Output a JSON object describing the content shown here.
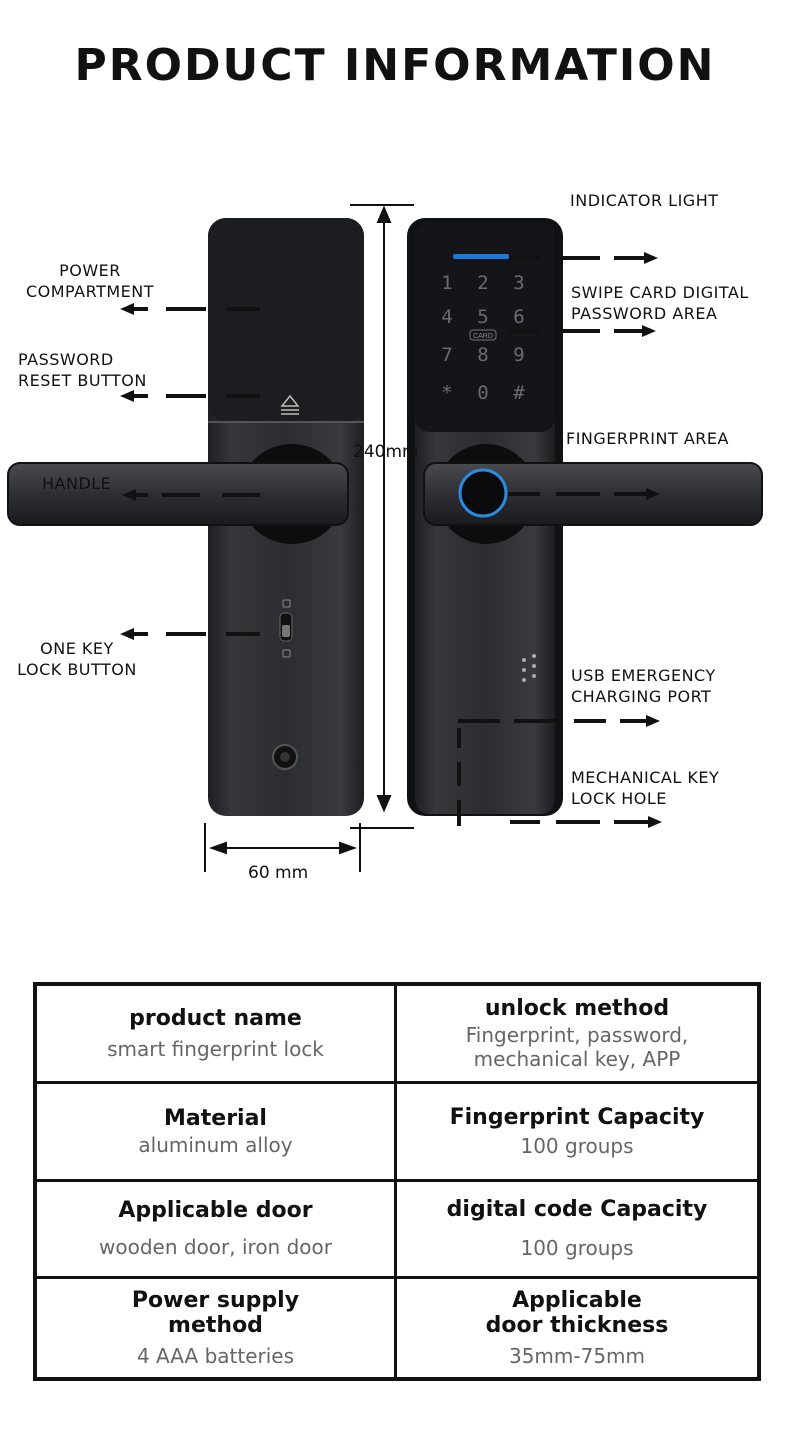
{
  "page": {
    "title": "PRODUCT INFORMATION"
  },
  "diagram": {
    "callouts": {
      "indicator_light": "INDICATOR LIGHT",
      "power_compartment": "POWER\nCOMPARTMENT",
      "swipe_card": "SWIPE CARD DIGITAL\nPASSWORD AREA",
      "password_reset": "PASSWORD\nRESET BUTTON",
      "fingerprint_area": "FINGERPRINT AREA",
      "handle": "HANDLE",
      "one_key_lock": "ONE KEY\nLOCK BUTTON",
      "usb_port": "USB EMERGENCY\nCHARGING PORT",
      "mechanical_key": "MECHANICAL KEY\nLOCK HOLE"
    },
    "dimensions": {
      "height": "240mm",
      "width": "60 mm"
    },
    "keypad": [
      "1",
      "2",
      "3",
      "4",
      "5",
      "6",
      "7",
      "8",
      "9",
      "*",
      "0",
      "#"
    ],
    "card_badge": "CARD",
    "colors": {
      "panel": "#2a2b2e",
      "indicator": "#1e78d8",
      "fingerprint_ring": "#2a8be0"
    }
  },
  "specs": [
    {
      "label": "product name",
      "value": "smart fingerprint  lock"
    },
    {
      "label": "unlock method",
      "value": "Fingerprint, password,\nmechanical key, APP"
    },
    {
      "label": "Material",
      "value": "aluminum alloy"
    },
    {
      "label": "Fingerprint Capacity",
      "value": "100 groups"
    },
    {
      "label": "Applicable door",
      "value": "wooden door, iron door"
    },
    {
      "label": "digital code Capacity",
      "value": "100 groups"
    },
    {
      "label": "Power supply\nmethod",
      "value": "4 AAA batteries"
    },
    {
      "label": "Applicable\ndoor thickness",
      "value": "35mm-75mm"
    }
  ]
}
